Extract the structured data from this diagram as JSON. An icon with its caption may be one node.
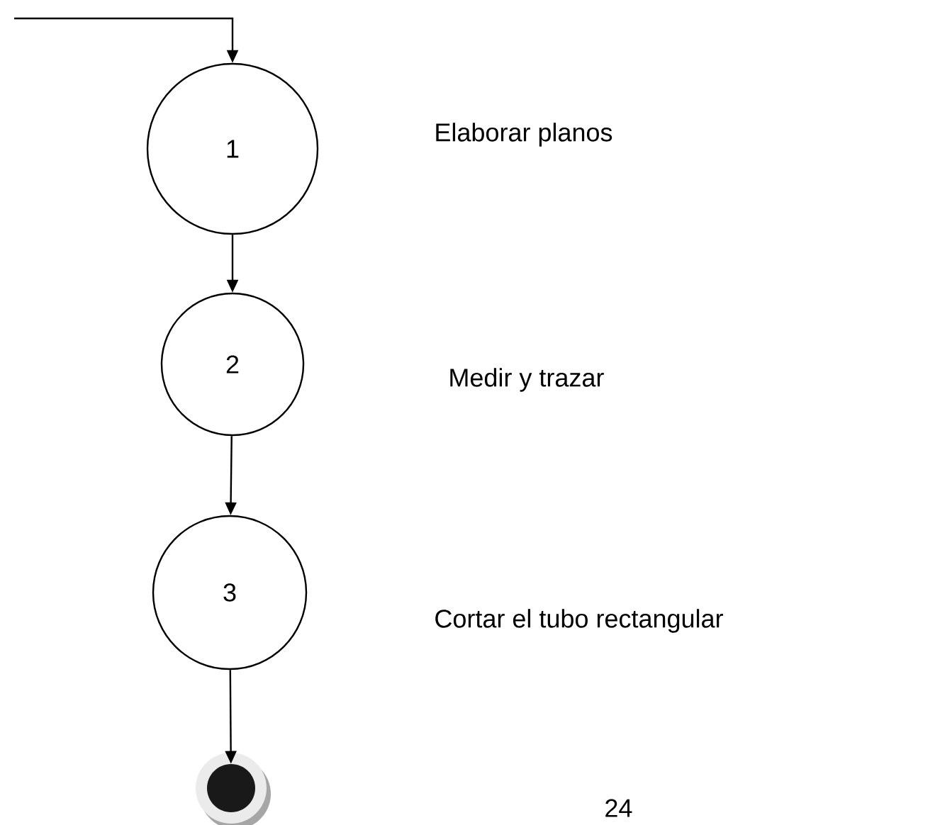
{
  "diagram": {
    "nodes": [
      {
        "text": [
          "1"
        ]
      },
      {
        "text": [
          "2"
        ]
      },
      {
        "text": [
          "3"
        ]
      },
      {
        "text": [],
        "shape": "circle"
      }
    ],
    "edges": [
      {
        "from": null,
        "to": 0,
        "arrow": "to"
      },
      {
        "from": 0,
        "to": 1,
        "arrow": "to"
      },
      {
        "from": 1,
        "to": 2,
        "arrow": "to"
      },
      {
        "from": 2,
        "to": 3,
        "arrow": "to"
      }
    ],
    "labels": [
      "Elaborar planos",
      "Medir y trazar",
      "Cortar el tubo rectangular",
      "24"
    ]
  }
}
